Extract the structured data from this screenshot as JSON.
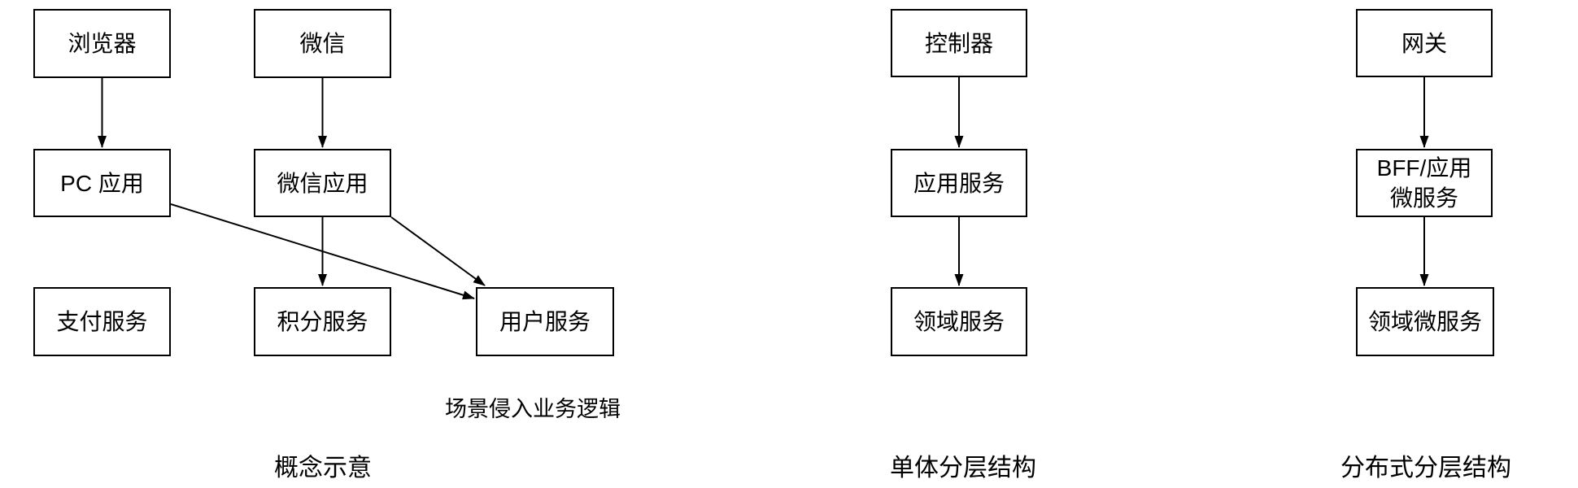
{
  "nodes": {
    "browser": "浏览器",
    "wechat": "微信",
    "pc_app": "PC 应用",
    "wechat_app": "微信应用",
    "payment_service": "支付服务",
    "points_service": "积分服务",
    "user_service": "用户服务",
    "controller": "控制器",
    "app_service": "应用服务",
    "domain_service": "领域服务",
    "gateway": "网关",
    "bff_line1": "BFF/应用",
    "bff_line2": "微服务",
    "domain_microservice": "领域微服务"
  },
  "captions": {
    "concept": "概念示意",
    "monolith": "单体分层结构",
    "distributed": "分布式分层结构"
  },
  "annotations": {
    "scenario_note": "场景侵入业务逻辑"
  },
  "edges": [
    {
      "from": "浏览器",
      "to": "PC 应用"
    },
    {
      "from": "微信",
      "to": "微信应用"
    },
    {
      "from": "微信应用",
      "to": "积分服务"
    },
    {
      "from": "PC 应用",
      "to": "用户服务"
    },
    {
      "from": "微信应用",
      "to": "用户服务"
    },
    {
      "from": "控制器",
      "to": "应用服务"
    },
    {
      "from": "应用服务",
      "to": "领域服务"
    },
    {
      "from": "网关",
      "to": "BFF/应用微服务"
    },
    {
      "from": "BFF/应用微服务",
      "to": "领域微服务"
    }
  ],
  "colors": {
    "stroke": "#000000",
    "text": "#000000",
    "background": "#ffffff"
  }
}
